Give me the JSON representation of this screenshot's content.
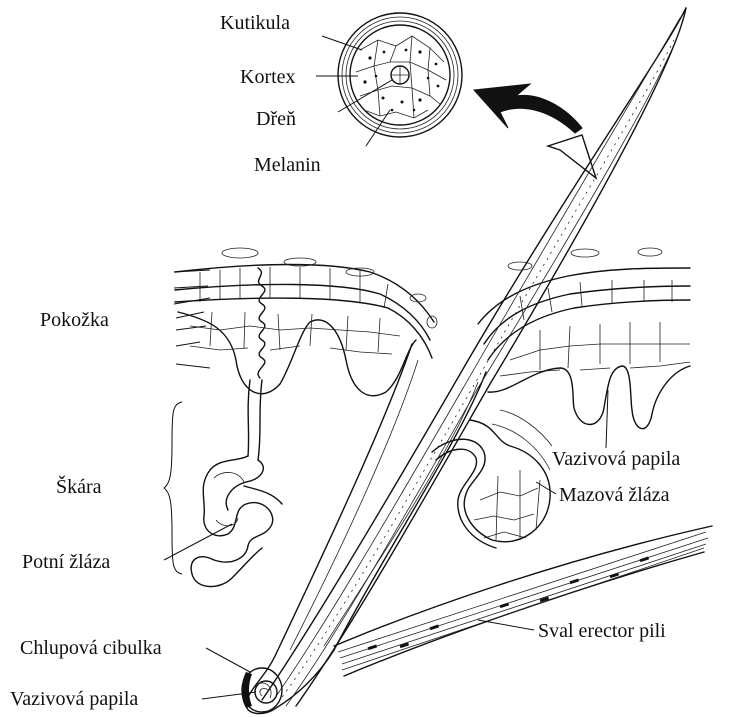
{
  "labels": {
    "kutikula": "Kutikula",
    "kortex": "Kortex",
    "dren": "Dřeň",
    "melanin": "Melanin",
    "pokozka": "Pokožka",
    "skara": "Škára",
    "potni_zlaza": "Potní žláza",
    "chlupova_cibulka": "Chlupová cibulka",
    "vazivova_papila_bottom": "Vazivová papila",
    "vazivova_papila_right": "Vazivová papila",
    "mazova_zlaza": "Mazová žláza",
    "sval_erector_pili": "Sval erector pili"
  }
}
